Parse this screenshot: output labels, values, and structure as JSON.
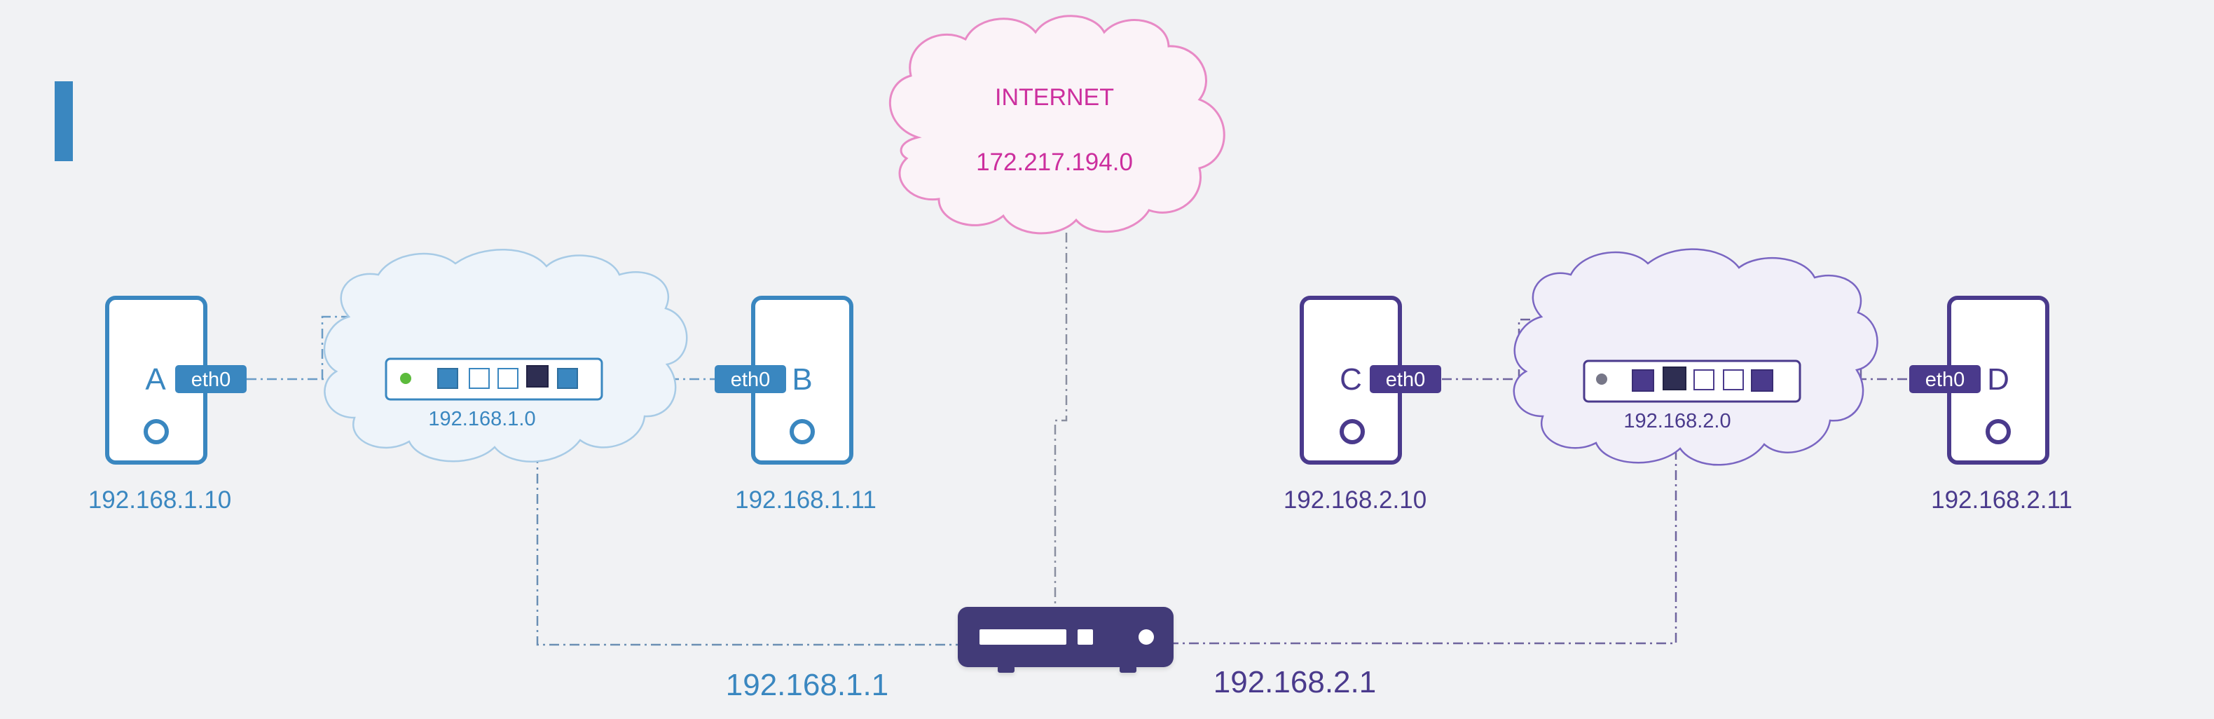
{
  "colors": {
    "background": "#f1f2f4",
    "blue": "#3a87c0",
    "blue_light": "#a8cbe6",
    "purple": "#4a3a8c",
    "purple_light": "#7a66c2",
    "pink": "#e88ac6",
    "pink_text": "#cc2f9e",
    "router": "#433a78",
    "green": "#5cbb3c",
    "dark_port": "#2e2e52"
  },
  "internet": {
    "label": "INTERNET",
    "ip": "172.217.194.0"
  },
  "network_left": {
    "ip": "192.168.1.0",
    "host_a": {
      "letter": "A",
      "interface": "eth0",
      "ip": "192.168.1.10"
    },
    "host_b": {
      "letter": "B",
      "interface": "eth0",
      "ip": "192.168.1.11"
    }
  },
  "network_right": {
    "ip": "192.168.2.0",
    "host_c": {
      "letter": "C",
      "interface": "eth0",
      "ip": "192.168.2.10"
    },
    "host_d": {
      "letter": "D",
      "interface": "eth0",
      "ip": "192.168.2.11"
    }
  },
  "router": {
    "left_ip": "192.168.1.1",
    "right_ip": "192.168.2.1"
  }
}
